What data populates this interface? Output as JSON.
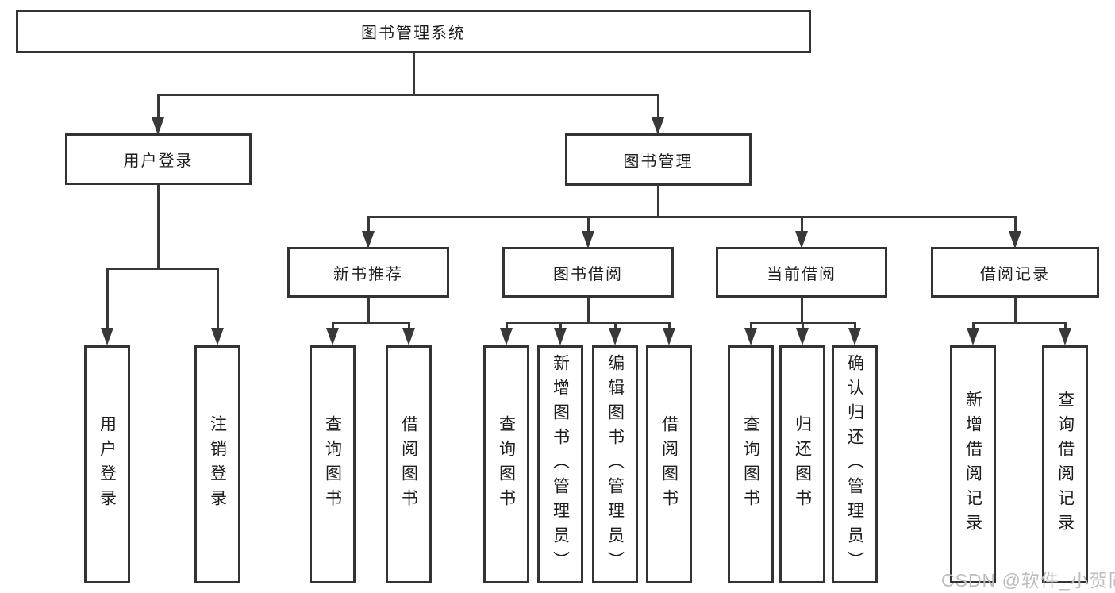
{
  "diagram": {
    "type": "hierarchy-tree",
    "colors": {
      "line": "#383838",
      "box_border": "#333333",
      "text": "#1e1e1e",
      "watermark": "#bdbdbd",
      "background": "#ffffff"
    },
    "tree": {
      "root": {
        "label": "图书管理系统"
      },
      "branches": [
        {
          "label": "用户登录",
          "children": [
            "用户登录",
            "注销登录"
          ]
        },
        {
          "label": "图书管理",
          "sections": [
            {
              "label": "新书推荐",
              "children": [
                "查询图书",
                "借阅图书"
              ]
            },
            {
              "label": "图书借阅",
              "children": [
                "查询图书",
                "新增图书（管理员）",
                "编辑图书（管理员）",
                "借阅图书"
              ]
            },
            {
              "label": "当前借阅",
              "children": [
                "查询图书",
                "归还图书",
                "确认归还（管理员）"
              ]
            },
            {
              "label": "借阅记录",
              "children": [
                "新增借阅记录",
                "查询借阅记录"
              ]
            }
          ]
        }
      ]
    }
  },
  "watermark": {
    "text": "CSDN @软件_小贺同学"
  }
}
